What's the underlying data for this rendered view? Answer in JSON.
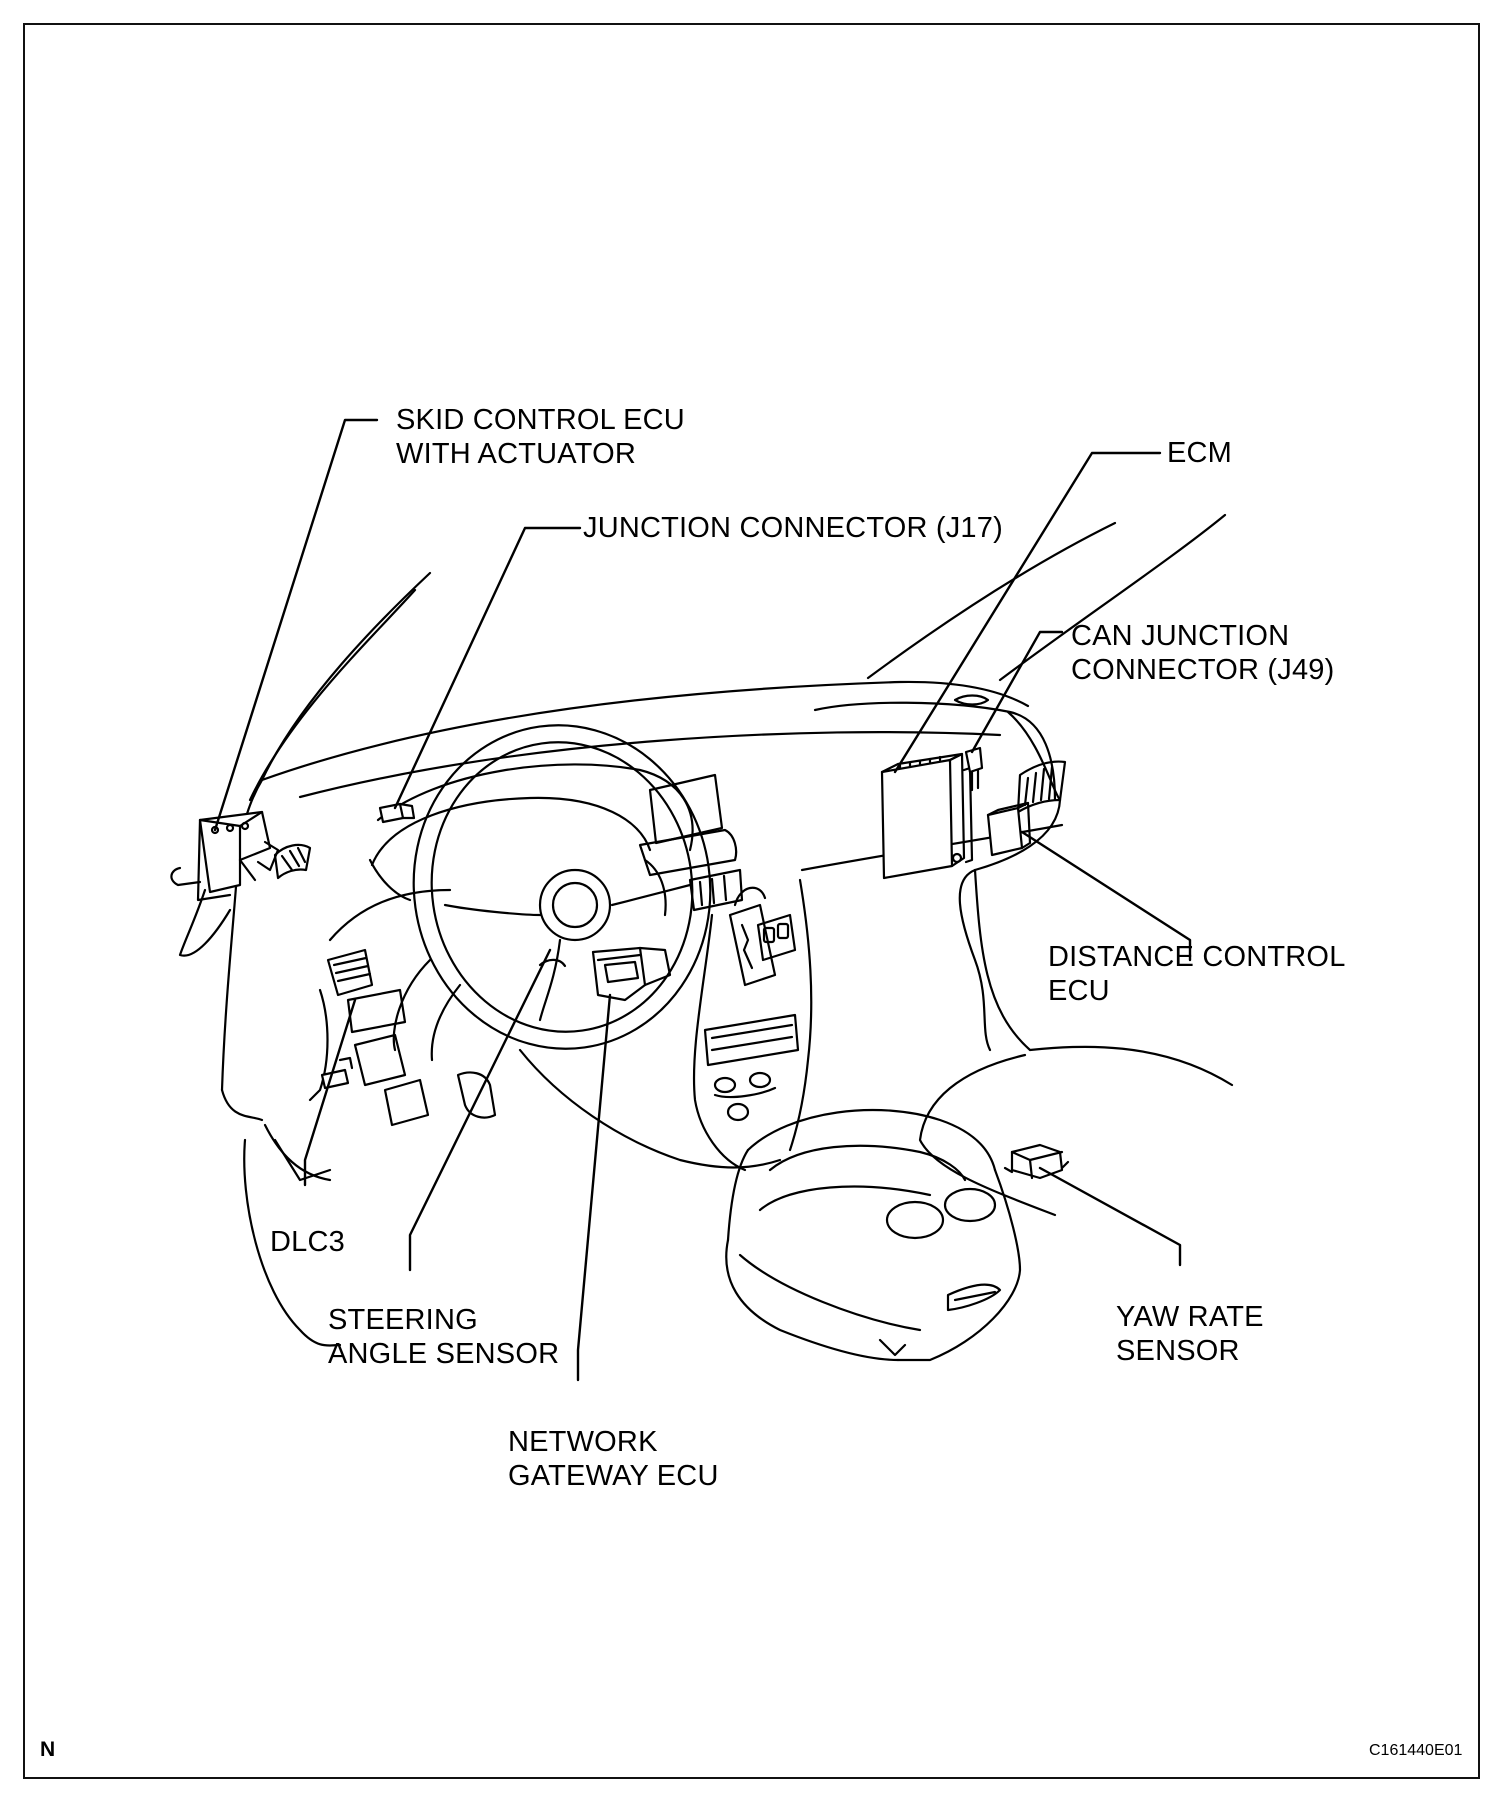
{
  "labels": {
    "skid_control_ecu": [
      "SKID CONTROL ECU",
      "WITH ACTUATOR"
    ],
    "junction_connector_j17": "JUNCTION CONNECTOR (J17)",
    "ecm": "ECM",
    "can_junction_connector": [
      "CAN JUNCTION",
      "CONNECTOR (J49)"
    ],
    "distance_control_ecu": [
      "DISTANCE CONTROL",
      "ECU"
    ],
    "dlc3": "DLC3",
    "steering_angle_sensor": [
      "STEERING",
      "ANGLE SENSOR"
    ],
    "yaw_rate_sensor": [
      "YAW RATE",
      "SENSOR"
    ],
    "network_gateway_ecu": [
      "NETWORK",
      "GATEWAY ECU"
    ]
  },
  "corner_mark": "N",
  "figure_id": "C161440E01"
}
